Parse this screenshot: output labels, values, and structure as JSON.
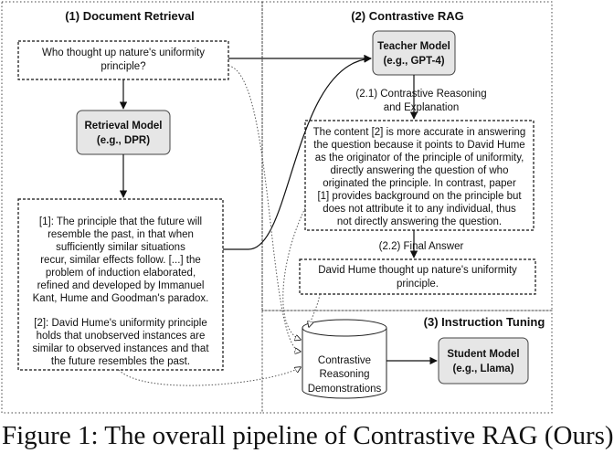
{
  "sections": {
    "document_retrieval": "(1) Document Retrieval",
    "contrastive_rag": "(2) Contrastive RAG",
    "instruction_tuning": "(3) Instruction Tuning"
  },
  "question": [
    "Who thought up nature's uniformity",
    "principle?"
  ],
  "retrieval_model": [
    "Retrieval Model",
    "(e.g., DPR)"
  ],
  "retrieved_docs": {
    "doc1": [
      "[1]: The principle that the future will",
      "resemble the past, in that when",
      "sufficiently similar situations",
      "recur, similar effects follow. [...]  the",
      "problem of induction elaborated,",
      "refined and developed by Immanuel",
      "Kant, Hume and Goodman's paradox."
    ],
    "doc2": [
      "[2]: David Hume's uniformity principle",
      "holds that unobserved instances are",
      "similar to observed instances and that",
      "the future resembles the past."
    ]
  },
  "teacher_model": [
    "Teacher Model",
    "(e.g., GPT-4)"
  ],
  "step_2_1": [
    "(2.1) Contrastive Reasoning",
    "and Explanation"
  ],
  "reasoning": [
    "The content [2] is more accurate in answering",
    "the question because it points to David Hume",
    "as the originator of the principle of uniformity,",
    "directly answering the question of who",
    "originated the principle. In contrast, paper",
    "[1] provides background on the principle but",
    "does not attribute it to any individual, thus",
    "not directly answering the question."
  ],
  "step_2_2": "(2.2) Final Answer",
  "final_answer": [
    "David Hume thought up nature's uniformity",
    "principle."
  ],
  "demonstrations": [
    "Contrastive",
    "Reasoning",
    "Demonstrations"
  ],
  "student_model": [
    "Student Model",
    "(e.g., Llama)"
  ],
  "caption": "Figure 1: The overall pipeline of Contrastive RAG (Ours)",
  "colors": {
    "model_fill": "#e6e6e6",
    "line": "#222222",
    "dotted": "#555555"
  }
}
